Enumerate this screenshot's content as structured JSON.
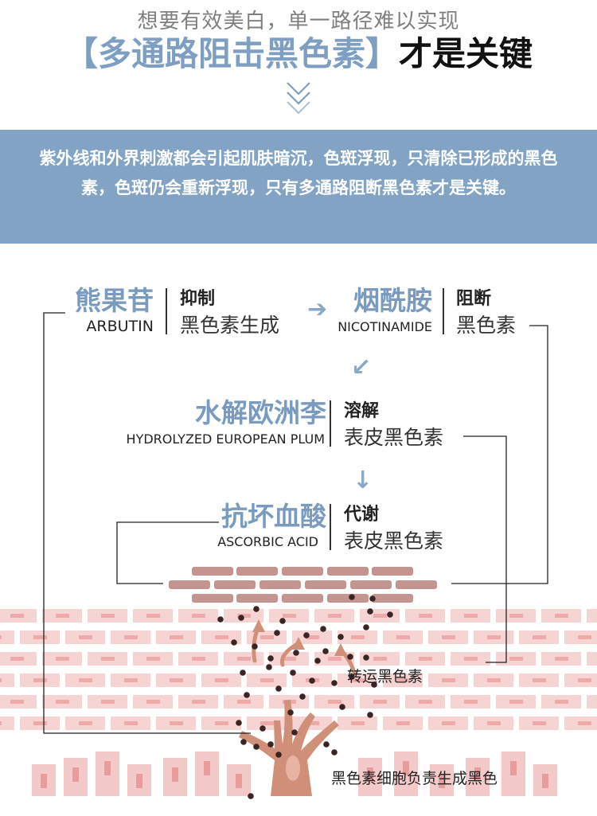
{
  "header": {
    "subtitle": "想要有效美白，单一路径难以实现",
    "headline_bracketed": "【多通路阻击黑色素】",
    "headline_tail": "才是关键"
  },
  "intro": {
    "text": "紫外线和外界刺激都会引起肌肤暗沉，色斑浮现，只清除已形成的黑色素，色斑仍会重新浮现，只有多通路阻断黑色素才是关键。"
  },
  "ingredients": [
    {
      "name_cn": "熊果苷",
      "name_en": "ARBUTIN",
      "action_verb": "抑制",
      "action_target": "黑色素生成"
    },
    {
      "name_cn": "烟酰胺",
      "name_en": "NICOTINAMIDE",
      "action_verb": "阻断",
      "action_target": "黑色素"
    },
    {
      "name_cn": "水解欧洲李",
      "name_en": "HYDROLYZED EUROPEAN PLUM",
      "action_verb": "溶解",
      "action_target": "表皮黑色素"
    },
    {
      "name_cn": "抗坏血酸",
      "name_en": "ASCORBIC ACID",
      "action_verb": "代谢",
      "action_target": "表皮黑色素"
    }
  ],
  "arrows": {
    "right": "➔",
    "down_left": "↙",
    "down": "↓"
  },
  "diagram": {
    "transport_label": "转运黑色素",
    "cell_label": "黑色素细胞负责生成黑色"
  },
  "colors": {
    "accent_blue": "#7e9fc1",
    "band_blue": "#82a3c4",
    "brick_dark": "#c49590",
    "brick_light": "#f7d4d4",
    "melanocyte": "#cf8f78",
    "melanin_dot": "#3a2424"
  }
}
